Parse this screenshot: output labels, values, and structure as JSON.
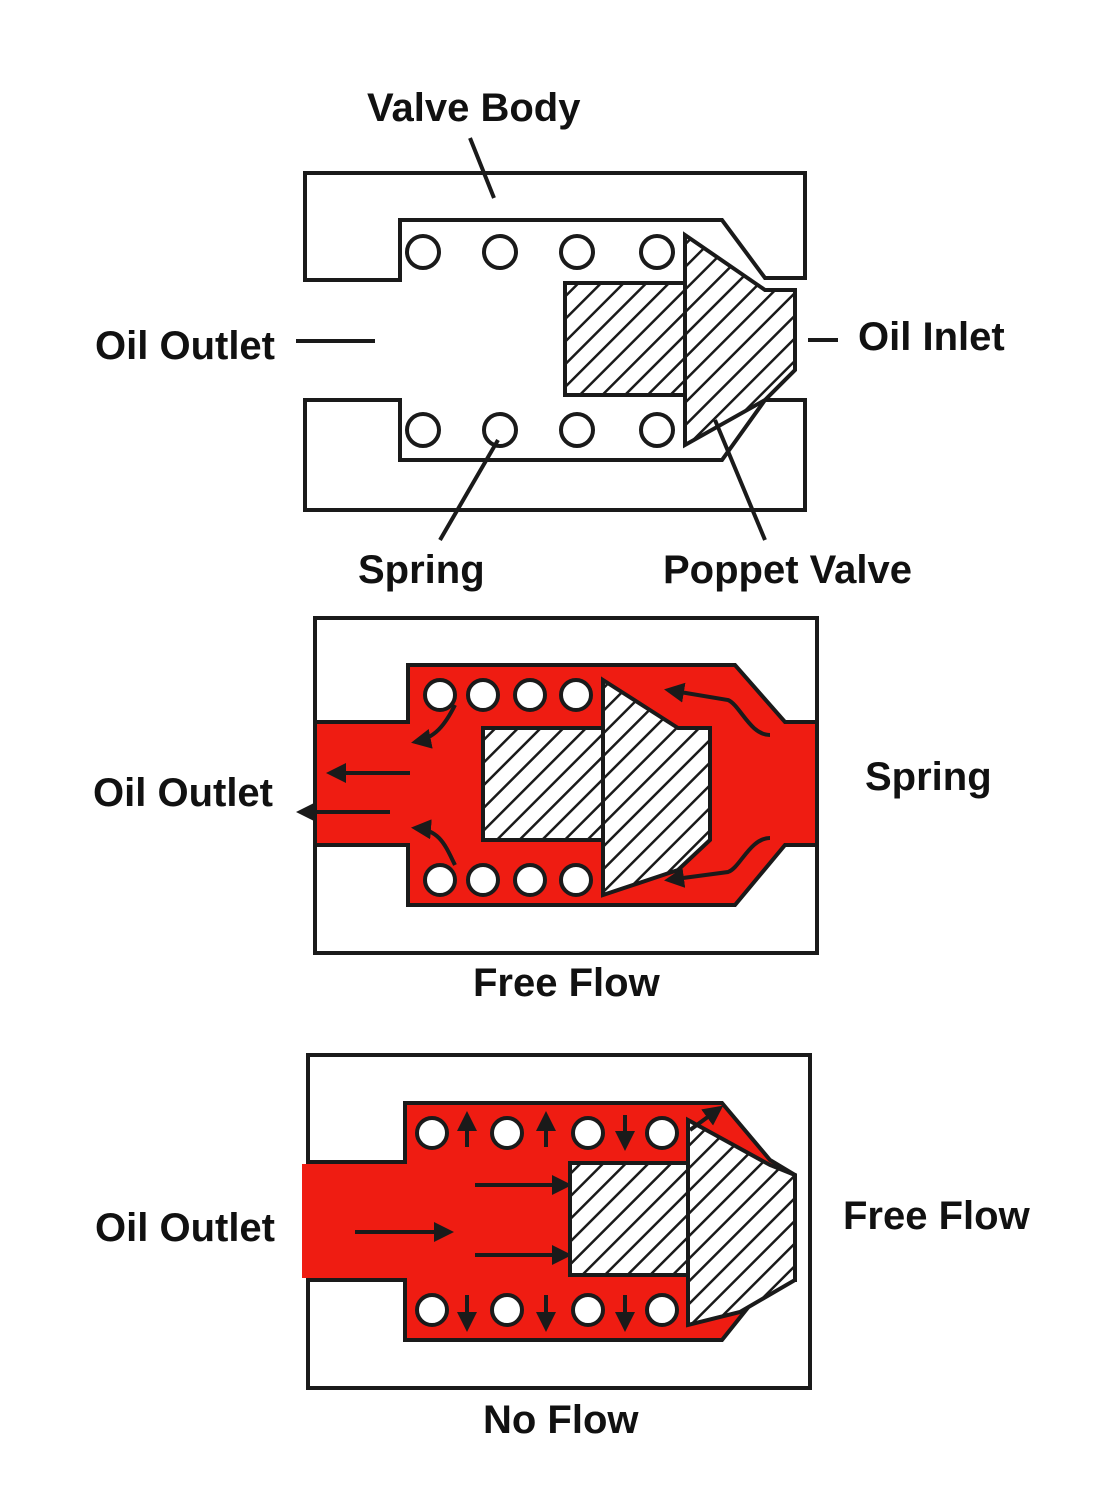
{
  "colors": {
    "oil": "#ef1c12",
    "line": "#1a1a1a",
    "hatch": "#1a1a1a",
    "background": "#ffffff"
  },
  "panel1": {
    "valve_body": "Valve Body",
    "oil_outlet": "Oil Outlet",
    "oil_inlet": "Oil Inlet",
    "spring": "Spring",
    "poppet_valve": "Poppet Valve"
  },
  "panel2": {
    "oil_outlet": "Oil Outlet",
    "side_label": "Spring",
    "caption": "Free Flow"
  },
  "panel3": {
    "oil_outlet": "Oil Outlet",
    "side_label": "Free Flow",
    "caption": "No Flow"
  }
}
